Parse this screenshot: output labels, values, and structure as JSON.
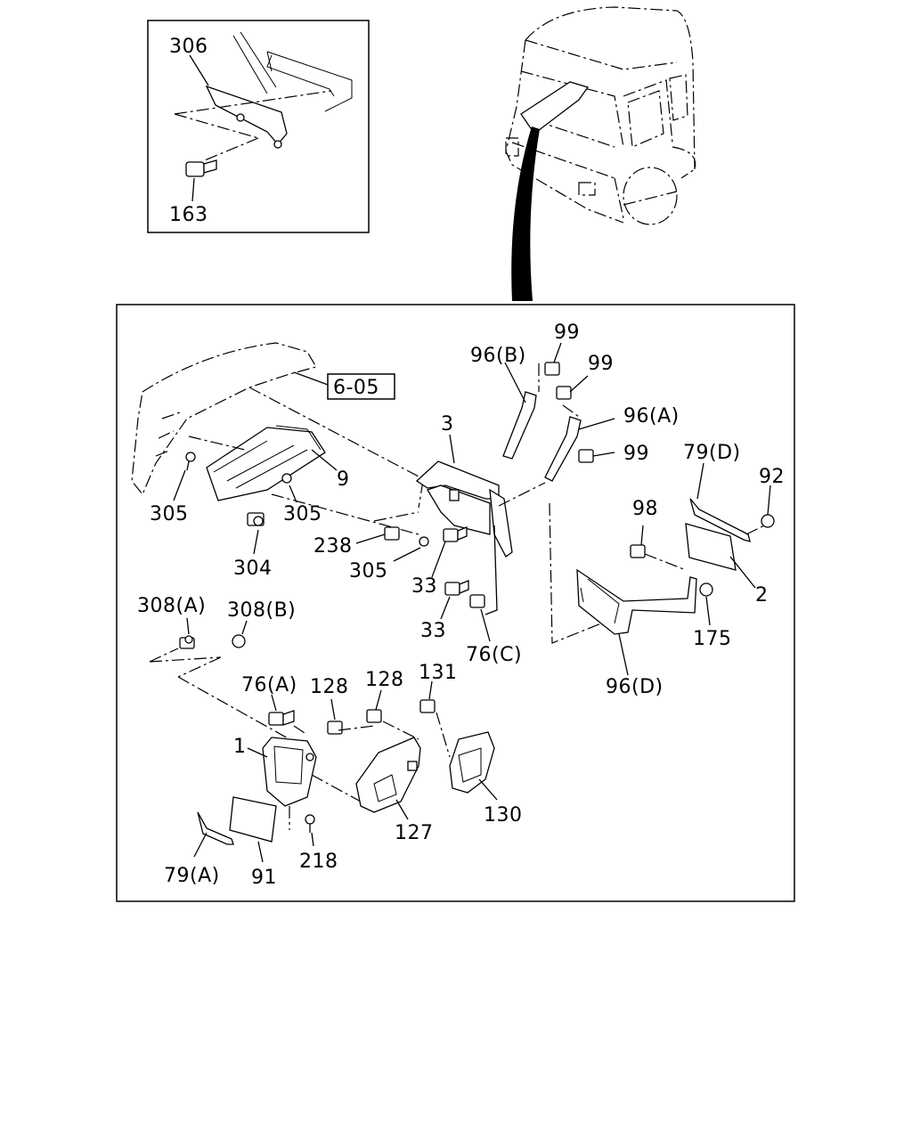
{
  "inset_labels": {
    "l306": "306",
    "l163": "163"
  },
  "reference_box": "6-05",
  "labels": {
    "l3": "3",
    "l9": "9",
    "l96b": "96(B)",
    "l99a": "99",
    "l99b": "99",
    "l96a": "96(A)",
    "l99c": "99",
    "l79d": "79(D)",
    "l92": "92",
    "l98": "98",
    "l2": "2",
    "l175": "175",
    "l96d": "96(D)",
    "l305a": "305",
    "l305b": "305",
    "l304": "304",
    "l238": "238",
    "l305c": "305",
    "l33a": "33",
    "l33b": "33",
    "l76c": "76(C)",
    "l308a": "308(A)",
    "l308b": "308(B)",
    "l76a": "76(A)",
    "l128a": "128",
    "l128b": "128",
    "l131": "131",
    "l1": "1",
    "l127": "127",
    "l130": "130",
    "l218": "218",
    "l79a": "79(A)",
    "l91": "91"
  }
}
